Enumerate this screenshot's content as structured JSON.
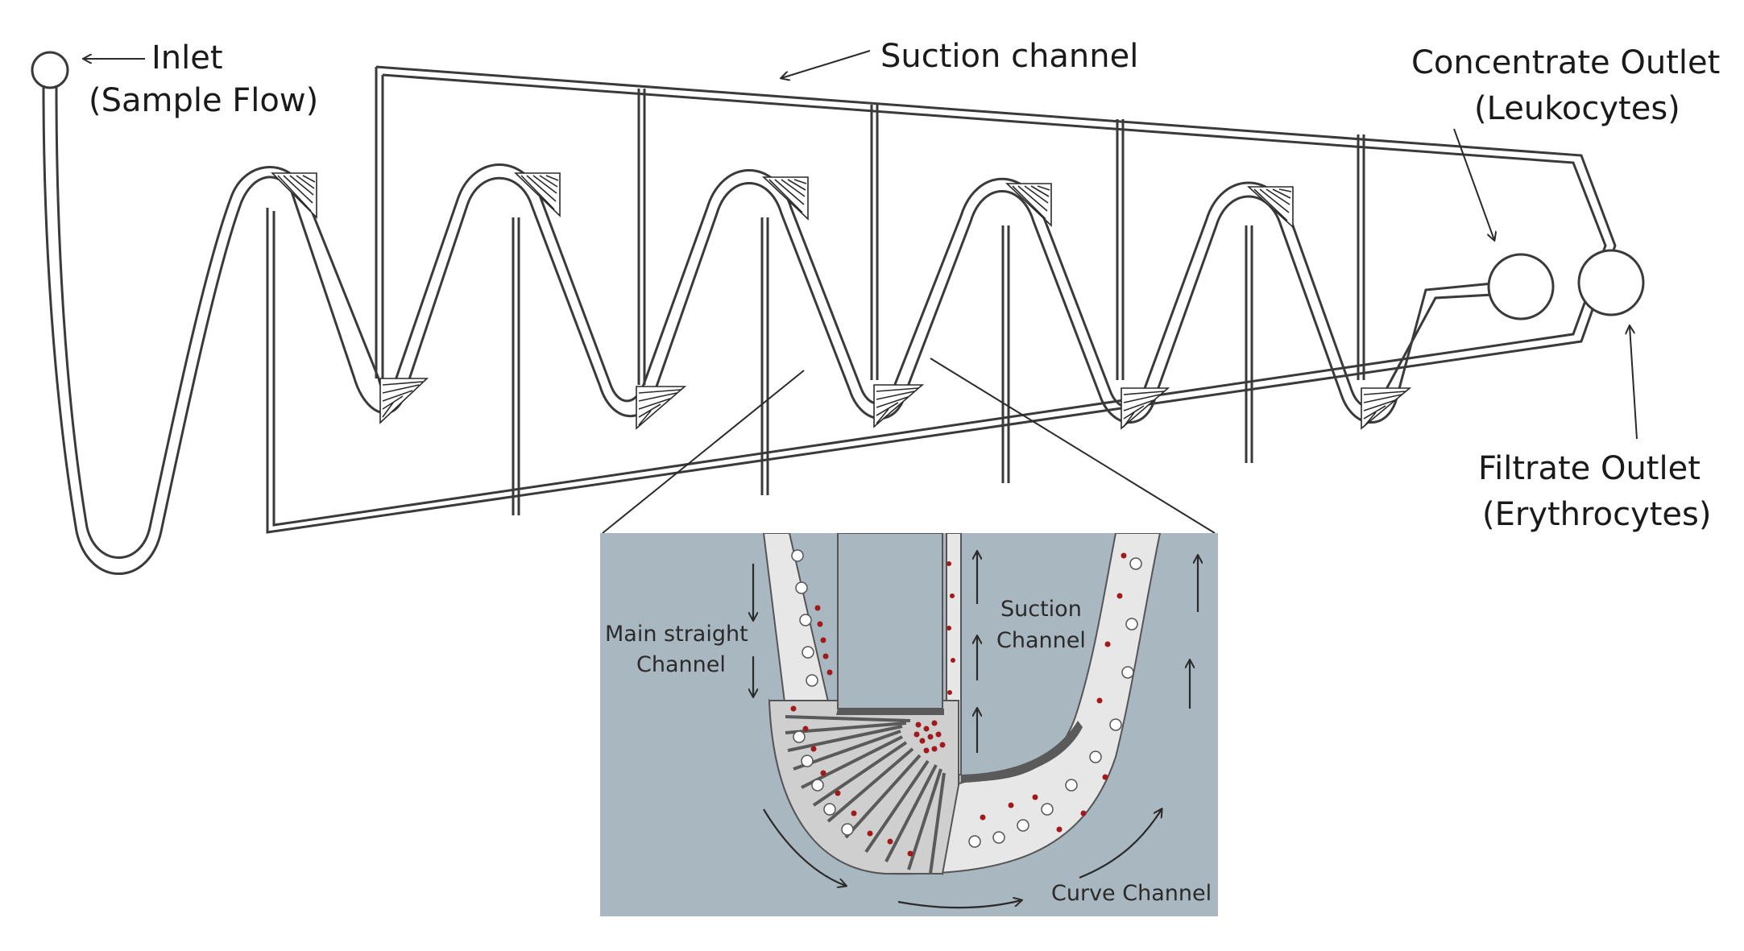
{
  "labels": {
    "inlet": "Inlet",
    "inlet_sub": "(Sample Flow)",
    "suction_channel": "Suction channel",
    "concentrate_outlet": "Concentrate Outlet",
    "concentrate_sub": "(Leukocytes)",
    "filtrate_outlet": "Filtrate Outlet",
    "filtrate_sub": "(Erythrocytes)"
  },
  "inset_labels": {
    "main_straight_1": "Main straight",
    "main_straight_2": "Channel",
    "suction_1": "Suction",
    "suction_2": "Channel",
    "curve": "Curve Channel"
  },
  "colors": {
    "line": "#3a3a3a",
    "inset_background": "#a9b7c1",
    "channel_fill": "#e7e7e7",
    "wall_dark": "#5a5a5a",
    "red_cell": "#a11a1a",
    "white_cell": "#ffffff"
  }
}
